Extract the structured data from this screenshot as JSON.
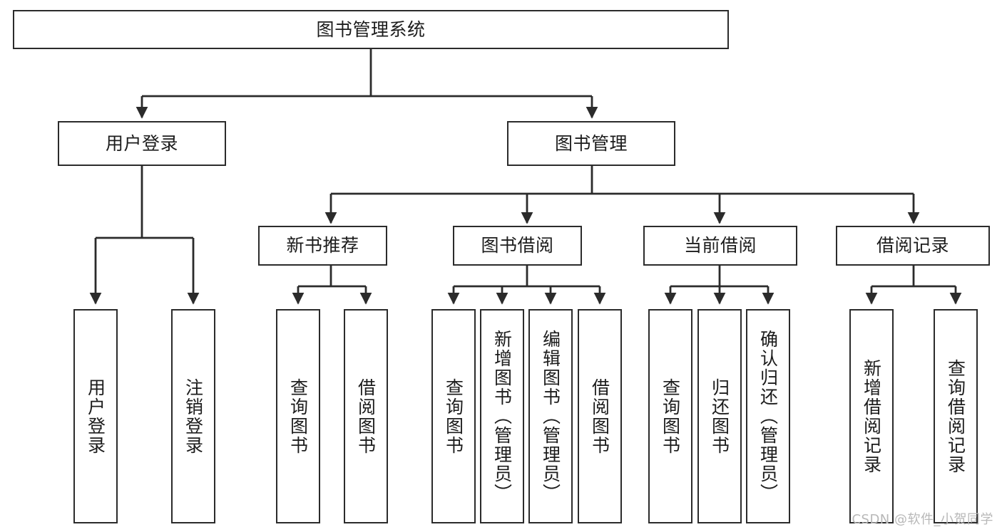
{
  "diagram": {
    "type": "tree-hierarchy",
    "title": "图书管理系统",
    "watermark": "CSDN @软件_小贺同学",
    "colors": {
      "box_border": "#2b2b2b",
      "box_fill": "#ffffff",
      "connector": "#2b2b2b",
      "text": "#1c1c1c",
      "watermark": "#b8b8b8"
    },
    "root": {
      "label": "图书管理系统"
    },
    "level2": [
      {
        "label": "用户登录"
      },
      {
        "label": "图书管理"
      }
    ],
    "level3": [
      {
        "label": "新书推荐"
      },
      {
        "label": "图书借阅"
      },
      {
        "label": "当前借阅"
      },
      {
        "label": "借阅记录"
      }
    ],
    "leaves": {
      "user_login": [
        {
          "label": "用户登录"
        },
        {
          "label": "注销登录"
        }
      ],
      "new_book_recommend": [
        {
          "label": "查询图书"
        },
        {
          "label": "借阅图书"
        }
      ],
      "book_borrow": [
        {
          "label": "查询图书"
        },
        {
          "label": "新增图书（管理员）"
        },
        {
          "label": "编辑图书（管理员）"
        },
        {
          "label": "借阅图书"
        }
      ],
      "current_borrow": [
        {
          "label": "查询图书"
        },
        {
          "label": "归还图书"
        },
        {
          "label": "确认归还（管理员）"
        }
      ],
      "borrow_record": [
        {
          "label": "新增借阅记录"
        },
        {
          "label": "查询借阅记录"
        }
      ]
    }
  }
}
